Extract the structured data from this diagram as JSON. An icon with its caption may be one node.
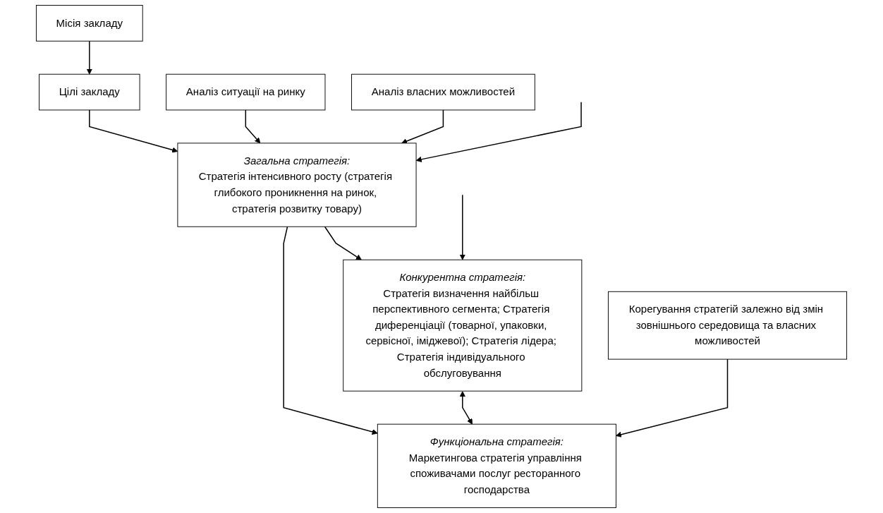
{
  "diagram": {
    "nodes": [
      {
        "text": [
          "Місія закладу"
        ]
      },
      {
        "text": [
          "Цілі закладу"
        ]
      },
      {
        "text": [
          "Аналіз ситуації на ринку"
        ]
      },
      {
        "text": [
          "Аналіз власних можливостей"
        ]
      },
      {
        "text": [
          "Загальна стратегія:",
          "Стратегія інтенсивного росту (стратегія глибокого проникнення на ринок, стратегія розвитку товару)"
        ]
      },
      {
        "text": [
          "Конкурентна стратегія:",
          "Стратегія визначення найбільш перспективного сегмента; Стратегія диференціації (товарної, упаковки, сервісної, іміджевої); Стратегія лідера; Стратегія індивідуального обслуговування"
        ]
      },
      {
        "text": [
          "Функціональна стратегія:",
          "Маркетингова стратегія управління споживачами послуг ресторанного господарства"
        ]
      },
      {
        "text": [
          "Корегування стратегій залежно від змін зовнішнього середовища та власних можливостей"
        ]
      }
    ],
    "edges": [
      {
        "from": 0,
        "to": 1,
        "arrow": "to"
      },
      {
        "from": 1,
        "to": 4,
        "arrow": "to"
      },
      {
        "from": 2,
        "to": 4,
        "arrow": "to"
      },
      {
        "from": 3,
        "to": 4,
        "arrow": "to"
      },
      {
        "from": 4,
        "to": 5,
        "arrow": "to"
      },
      {
        "from": 4,
        "to": 6,
        "arrow": "to"
      },
      {
        "from": 5,
        "to": 6,
        "arrow": "both"
      },
      {
        "from": 7,
        "to": 6,
        "arrow": "to"
      },
      {
        "from": null,
        "to": 5,
        "arrow": "to"
      },
      {
        "from": null,
        "to": 4,
        "arrow": "to"
      }
    ]
  }
}
